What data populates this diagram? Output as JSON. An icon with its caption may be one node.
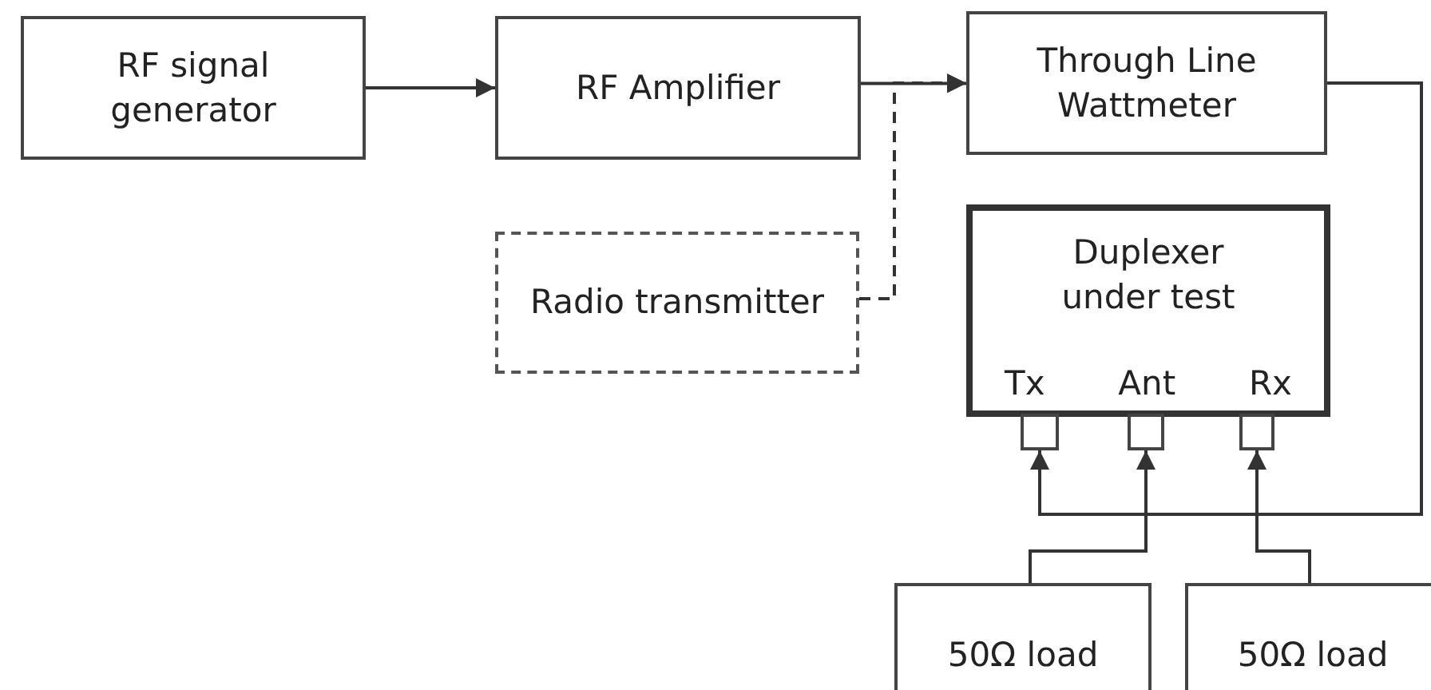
{
  "diagram": {
    "nodes": [
      {
        "text": [
          "RF signal generator"
        ]
      },
      {
        "text": [
          "RF Amplifier"
        ]
      },
      {
        "text": [
          "Radio transmitter"
        ]
      },
      {
        "text": [
          "Through Line Wattmeter"
        ]
      },
      {
        "text": [
          "Duplexer under test",
          "Tx",
          "Ant",
          "Rx"
        ]
      },
      {
        "text": [],
        "shape": "box"
      },
      {
        "text": [],
        "shape": "box"
      },
      {
        "text": [],
        "shape": "box"
      },
      {
        "text": [
          "50Ω load"
        ]
      },
      {
        "text": [
          "50Ω load"
        ]
      }
    ],
    "edges": [
      {
        "from": 0,
        "to": 1,
        "arrow": "to"
      },
      {
        "from": 1,
        "to": 3,
        "arrow": "to"
      },
      {
        "from": 2,
        "to": 3,
        "arrow": "to",
        "style": "dashed"
      },
      {
        "from": 3,
        "to": 5,
        "arrow": "to"
      },
      {
        "from": 8,
        "to": 6,
        "arrow": "to"
      },
      {
        "from": 9,
        "to": 7,
        "arrow": "to"
      }
    ]
  }
}
